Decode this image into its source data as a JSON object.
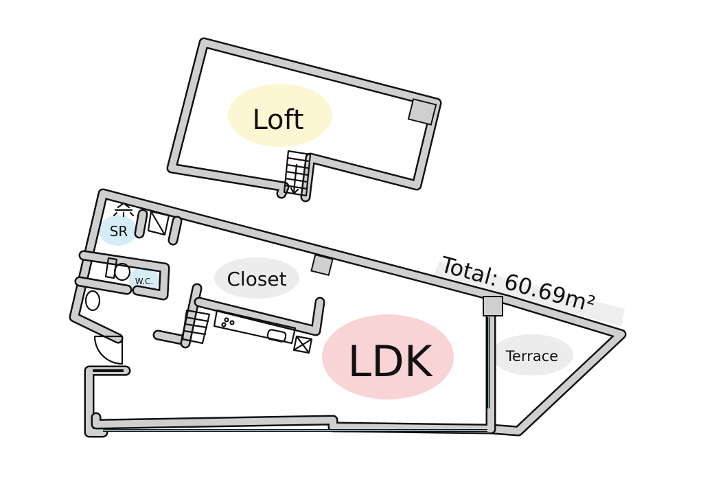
{
  "rooms": {
    "loft": "Loft",
    "shower_room": "SR",
    "wc": "W.C.",
    "closet": "Closet",
    "ldk": "LDK",
    "terrace": "Terrace"
  },
  "total_area": "Total: 60.69m²",
  "colors": {
    "loft_highlight": "#fbf7d2",
    "sr_highlight": "#d6ecf7",
    "wc_highlight": "#d6ecf7",
    "closet_highlight": "#ececec",
    "ldk_highlight": "#f9d4d6",
    "terrace_highlight": "#ececec",
    "wall_fill": "#cfcfcf"
  }
}
